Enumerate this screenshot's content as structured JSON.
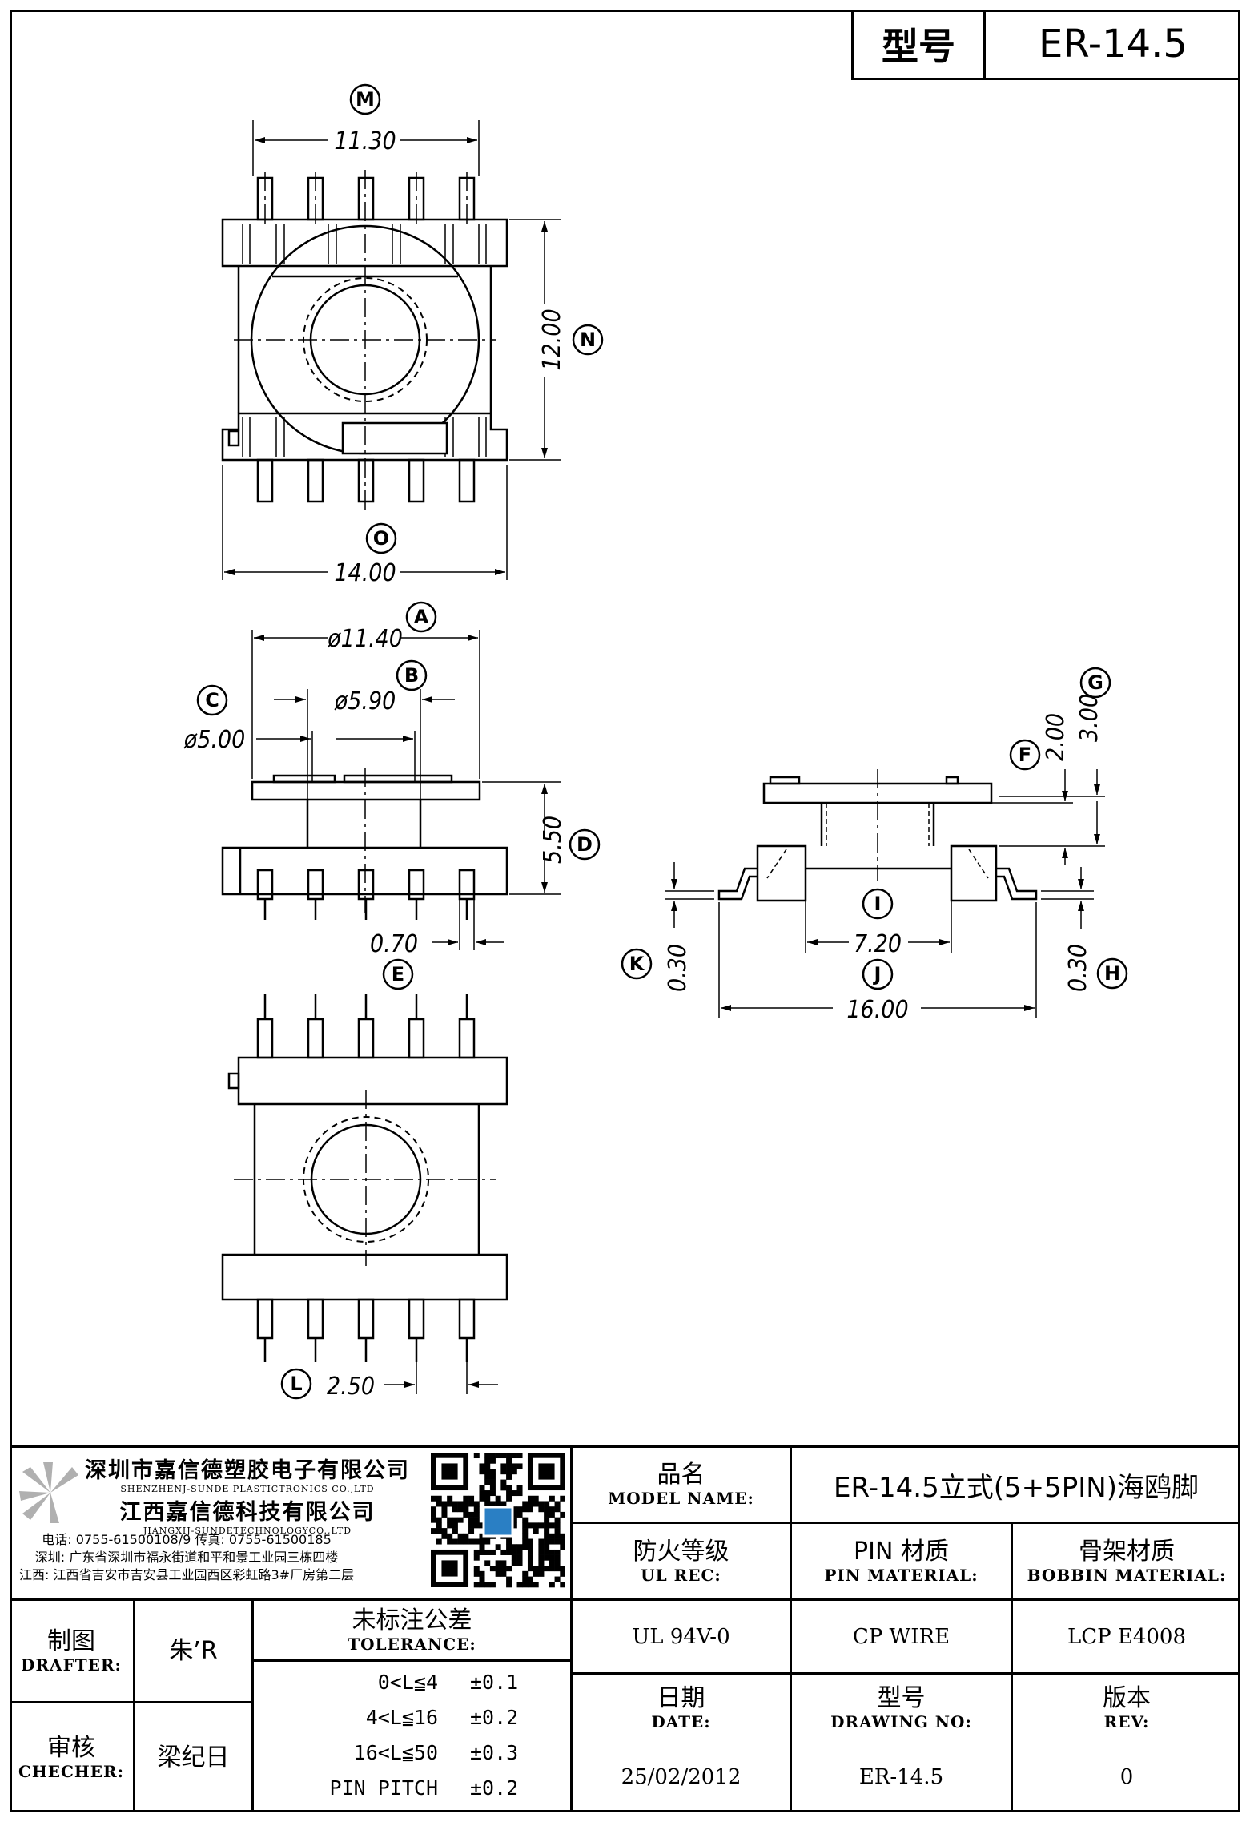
{
  "header": {
    "model_label": "型号",
    "model_value": "ER-14.5"
  },
  "dimensions": {
    "M": "11.30",
    "N": "12.00",
    "O": "14.00",
    "A": "ø11.40",
    "B": "ø5.90",
    "C": "ø5.00",
    "D": "5.50",
    "pin_width": "0.70",
    "E": "",
    "F": "2.00",
    "G": "3.00",
    "H": "0.30",
    "I": "7.20",
    "J": "16.00",
    "K": "0.30",
    "L": "2.50"
  },
  "callouts": [
    "M",
    "N",
    "O",
    "A",
    "B",
    "C",
    "D",
    "E",
    "F",
    "G",
    "H",
    "I",
    "J",
    "K",
    "L"
  ],
  "company": {
    "name_sz": "深圳市嘉信德塑胶电子有限公司",
    "name_sz_en": "SHENZHENJ-SUNDE PLASTICTRONICS CO.,LTD",
    "name_jx": "江西嘉信德科技有限公司",
    "name_jx_en": "JIANGXIJ-SUNDETECHNOLOGYCO.,LTD",
    "phone_line": "电话: 0755-61500108/9      传真: 0755-61500185",
    "addr_sz": "深圳: 广东省深圳市福永街道和平和景工业园三栋四楼",
    "addr_jx": "江西: 江西省吉安市吉安县工业园西区彩虹路3#厂房第二层"
  },
  "title_block": {
    "product_name_zh": "品名",
    "product_name_en": "MODEL NAME:",
    "product_name_value": "ER-14.5立式(5+5PIN)海鸥脚",
    "ul_zh": "防火等级",
    "ul_en": "UL REC:",
    "pin_zh": "PIN 材质",
    "pin_en": "PIN MATERIAL:",
    "bobbin_zh": "骨架材质",
    "bobbin_en": "BOBBIN MATERIAL:",
    "ul_value": "UL 94V-0",
    "pin_value": "CP WIRE",
    "bobbin_value": "LCP E4008",
    "drafter_zh": "制图",
    "drafter_en": "DRAFTER:",
    "drafter_value": "朱’R",
    "checker_zh": "审核",
    "checker_en": "CHECHER:",
    "checker_value": "梁纪日",
    "tolerance_zh": "未标注公差",
    "tolerance_en": "TOLERANCE:",
    "tolerance_rows": [
      {
        "range": "0<L≦4",
        "value": "±0.1"
      },
      {
        "range": "4<L≦16",
        "value": "±0.2"
      },
      {
        "range": "16<L≦50",
        "value": "±0.3"
      },
      {
        "range": "PIN PITCH",
        "value": "±0.2"
      }
    ],
    "date_zh": "日期",
    "date_en": "DATE:",
    "date_value": "25/02/2012",
    "drawing_zh": "型号",
    "drawing_en": "DRAWING NO:",
    "drawing_value": "ER-14.5",
    "rev_zh": "版本",
    "rev_en": "REV:",
    "rev_value": "0"
  }
}
